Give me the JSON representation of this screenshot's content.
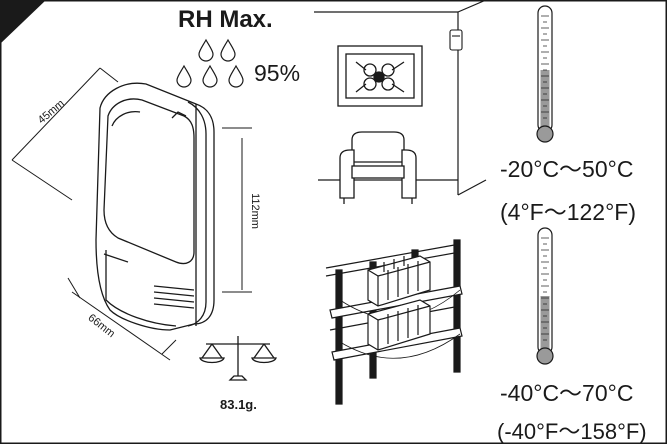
{
  "humidity": {
    "title": "RH Max.",
    "value": "95%"
  },
  "dimensions": {
    "depth": "45mm",
    "height": "112mm",
    "width": "66mm"
  },
  "weight": "83.1g.",
  "temperature_ranges": [
    {
      "celsius": "-20°C～50°C",
      "fahrenheit": "(4°F～122°F)"
    },
    {
      "celsius": "-40°C～70°C",
      "fahrenheit": "(-40°F～158°F)"
    }
  ],
  "colors": {
    "ink": "#1a1a1a",
    "thermometer_fill": "#9a9a9a",
    "corner_tab": "#1a1a1a"
  }
}
